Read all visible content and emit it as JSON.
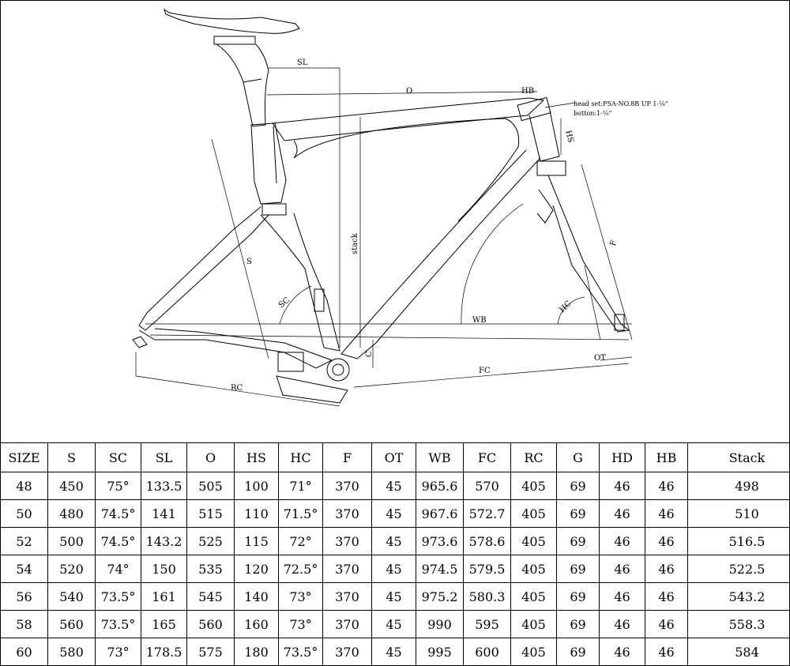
{
  "diagram": {
    "labels": {
      "sl": "SL",
      "o": "O",
      "hb": "HB",
      "hs": "HS",
      "f": "F",
      "stack": "stack",
      "s": "S",
      "sc": "SC",
      "wb": "WB",
      "hc": "HC",
      "c": "C",
      "rc": "RC",
      "fc": "FC",
      "ot": "OT"
    },
    "note_line1": "head set:FSA-NO.8B UP 1-⅛\"",
    "note_line2": "botton:1-⅛\""
  },
  "table": {
    "headers": [
      "SIZE",
      "S",
      "SC",
      "SL",
      "O",
      "HS",
      "HC",
      "F",
      "OT",
      "WB",
      "FC",
      "RC",
      "G",
      "HD",
      "HB",
      "Stack"
    ],
    "rows": [
      [
        "48",
        "450",
        "75°",
        "133.5",
        "505",
        "100",
        "71°",
        "370",
        "45",
        "965.6",
        "570",
        "405",
        "69",
        "46",
        "46",
        "498"
      ],
      [
        "50",
        "480",
        "74.5°",
        "141",
        "515",
        "110",
        "71.5°",
        "370",
        "45",
        "967.6",
        "572.7",
        "405",
        "69",
        "46",
        "46",
        "510"
      ],
      [
        "52",
        "500",
        "74.5°",
        "143.2",
        "525",
        "115",
        "72°",
        "370",
        "45",
        "973.6",
        "578.6",
        "405",
        "69",
        "46",
        "46",
        "516.5"
      ],
      [
        "54",
        "520",
        "74°",
        "150",
        "535",
        "120",
        "72.5°",
        "370",
        "45",
        "974.5",
        "579.5",
        "405",
        "69",
        "46",
        "46",
        "522.5"
      ],
      [
        "56",
        "540",
        "73.5°",
        "161",
        "545",
        "140",
        "73°",
        "370",
        "45",
        "975.2",
        "580.3",
        "405",
        "69",
        "46",
        "46",
        "543.2"
      ],
      [
        "58",
        "560",
        "73.5°",
        "165",
        "560",
        "160",
        "73°",
        "370",
        "45",
        "990",
        "595",
        "405",
        "69",
        "46",
        "46",
        "558.3"
      ],
      [
        "60",
        "580",
        "73°",
        "178.5",
        "575",
        "180",
        "73.5°",
        "370",
        "45",
        "995",
        "600",
        "405",
        "69",
        "46",
        "46",
        "584"
      ]
    ]
  }
}
